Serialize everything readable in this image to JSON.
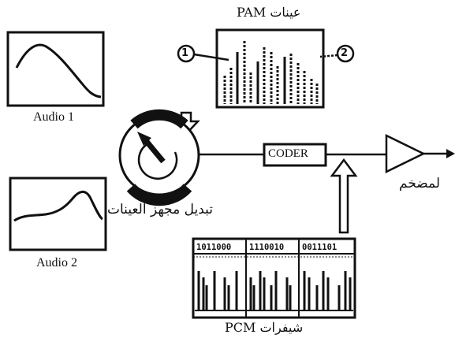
{
  "labels": {
    "pam_title": "عينات PAM",
    "audio1": "Audio 1",
    "audio2": "Audio 2",
    "sampling_switch": "تبديل مجهز العينات",
    "amplifier": "لمضخم",
    "pcm_title": "شيفرات PCM",
    "coder": "CODER",
    "marker_1": "1",
    "marker_2": "2"
  },
  "pcm_codes": [
    "1011000",
    "1110010",
    "0011101"
  ],
  "icons": {
    "down_arrows": "hollow-down-arrow-icon",
    "up_arrow": "hollow-up-arrow-icon",
    "amplifier": "triangle-amplifier-icon",
    "switch": "rotary-commutator-icon"
  },
  "colors": {
    "ink": "#111111",
    "background": "#ffffff"
  }
}
